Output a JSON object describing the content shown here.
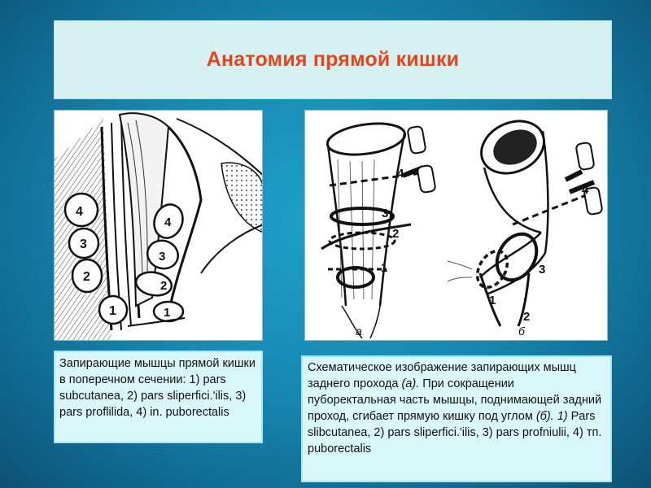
{
  "slide": {
    "title": "Анатомия прямой кишки",
    "title_color": "#e2461c",
    "left_figure": {
      "numbers": [
        "4",
        "3",
        "2",
        "1",
        "4",
        "3",
        "2",
        "1"
      ]
    },
    "right_figure": {
      "label_a": "а",
      "label_b": "б",
      "numbers_a": [
        "4",
        "3",
        "2",
        "1"
      ],
      "numbers_b": [
        "4",
        "3",
        "2",
        "1"
      ]
    },
    "caption_left": "Запирающие мышцы прямой кишки в поперечном сечении: 1) pars subcutanea, 2) pars sliperfici.'ilis, 3) pars proflilida, 4) in. puborectalis",
    "caption_right": {
      "part1": "Схематическое изображение запирающих мышц заднего прохода ",
      "part2": "(а).",
      "part3": " При сокращении пуборектальная часть мышцы, поднимающей задний проход, сгибает прямую кишку под углом ",
      "part4": "(б). 1)",
      "part5": " Pars slibcutanea, 2) pars sliperfici.'ilis, 3) pars profniulii, 4) тп. puborectalis"
    }
  }
}
